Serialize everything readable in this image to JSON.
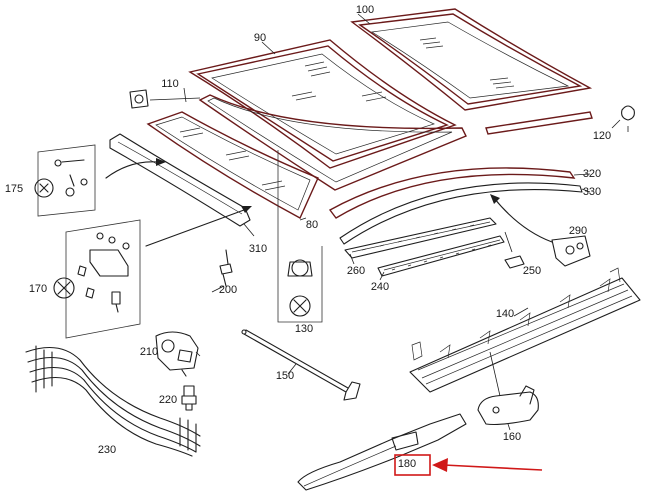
{
  "diagram": {
    "labels": {
      "p80": "80",
      "p90": "90",
      "p100": "100",
      "p110": "110",
      "p120": "120",
      "p130": "130",
      "p140": "140",
      "p150": "150",
      "p160": "160",
      "p170": "170",
      "p175": "175",
      "p180": "180",
      "p200": "200",
      "p210": "210",
      "p220": "220",
      "p230": "230",
      "p240": "240",
      "p250": "250",
      "p260": "260",
      "p290": "290",
      "p310": "310",
      "p320": "320",
      "p330": "330"
    },
    "highlight_color": "#d01818",
    "line_color": "#6b1a1a"
  }
}
